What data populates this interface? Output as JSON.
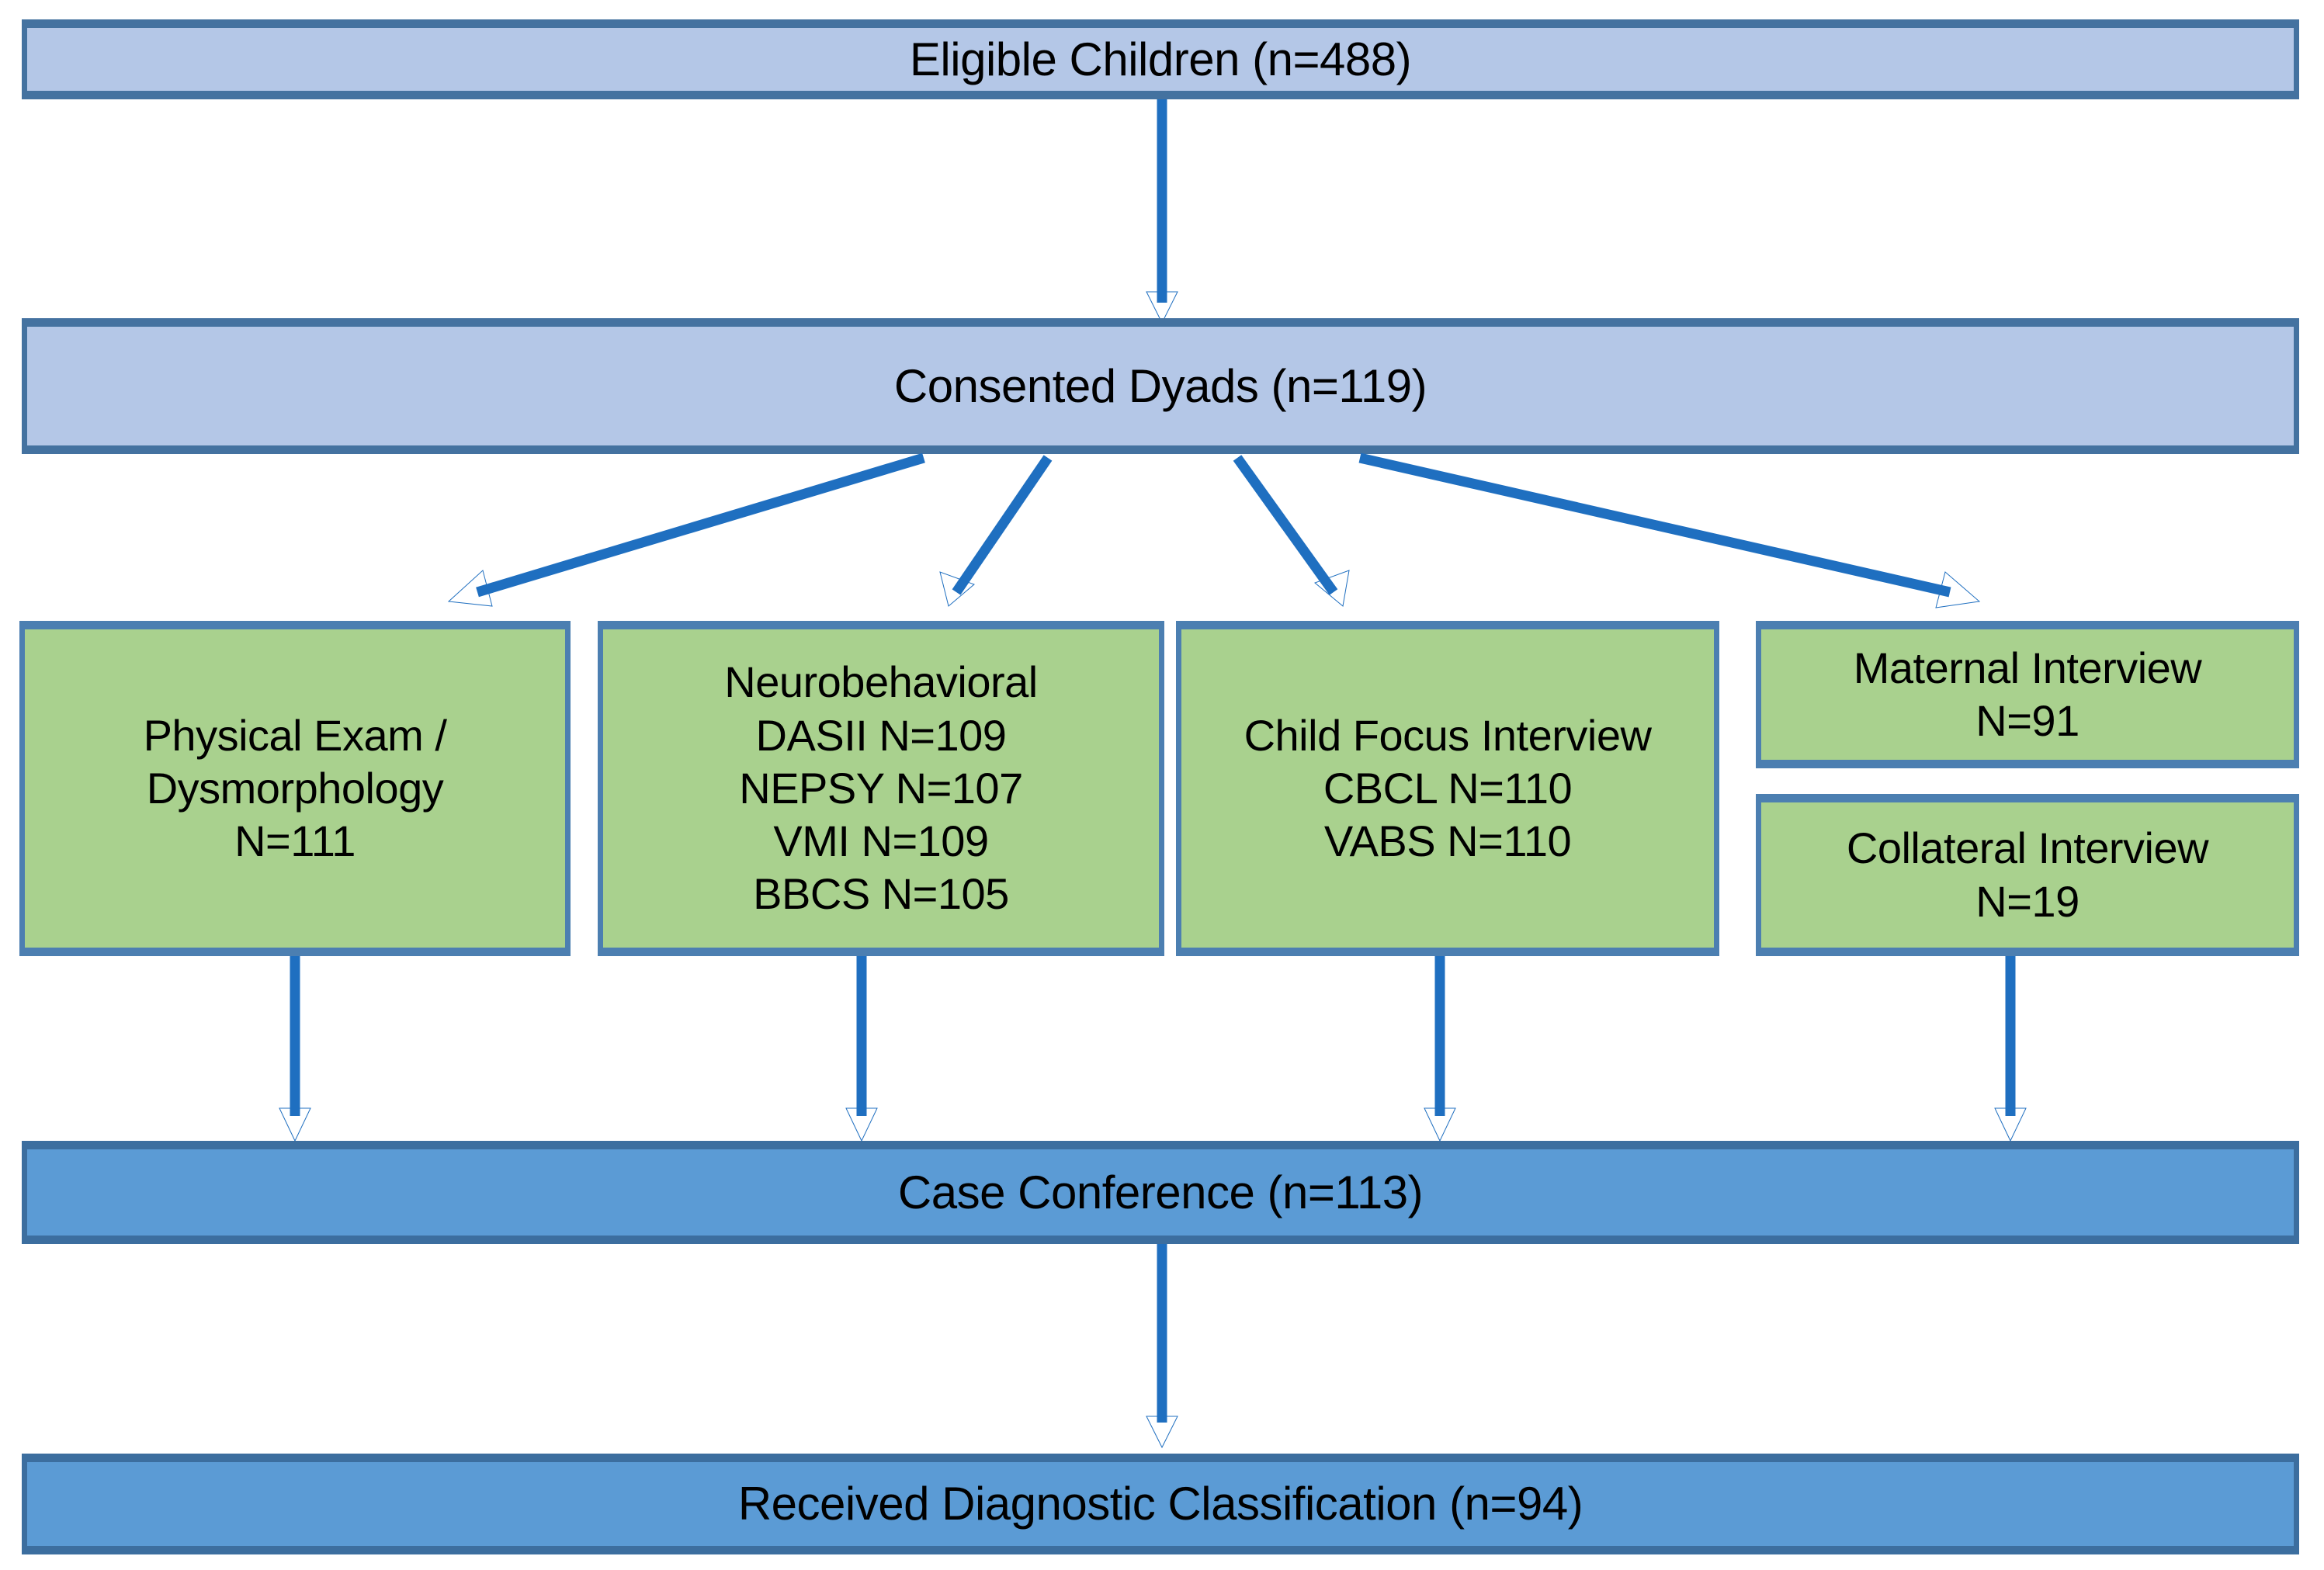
{
  "diagram": {
    "title": "Study participant flow diagram",
    "colors": {
      "stage_light_fill": "#b4c7e7",
      "stage_mid_fill": "#5b9bd5",
      "assessment_fill": "#a9d18e",
      "box_border": "#4472a0",
      "arrow": "#1f6fc0",
      "text": "#000000",
      "background": "#ffffff"
    },
    "nodes": {
      "eligible_children": {
        "label": "Eligible Children (n=488)"
      },
      "consented_dyads": {
        "label": "Consented Dyads (n=119)"
      },
      "physical_exam": {
        "lines": [
          "Physical Exam /",
          "Dysmorphology",
          "N=111"
        ]
      },
      "neurobehavioral": {
        "lines": [
          "Neurobehavioral",
          "DASII N=109",
          "NEPSY N=107",
          "VMI N=109",
          "BBCS N=105"
        ]
      },
      "child_focus_interview": {
        "lines": [
          "Child Focus Interview",
          "CBCL N=110",
          "VABS N=110"
        ]
      },
      "maternal_interview": {
        "lines": [
          "Maternal Interview",
          "N=91"
        ]
      },
      "collateral_interview": {
        "lines": [
          "Collateral Interview",
          "N=19"
        ]
      },
      "case_conference": {
        "label": "Case Conference (n=113)"
      },
      "received_classification": {
        "label": "Received Diagnostic Classification (n=94)"
      }
    }
  }
}
